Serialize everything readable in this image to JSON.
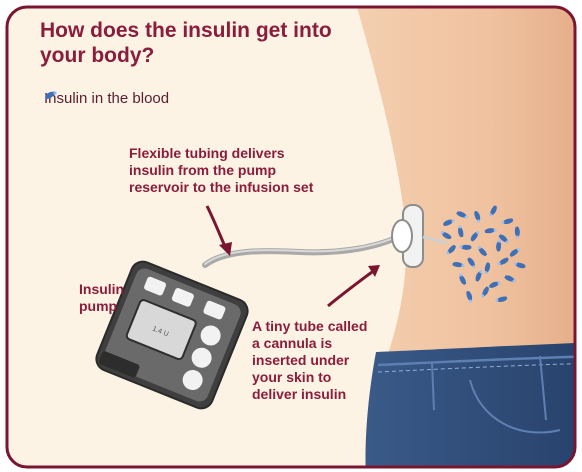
{
  "title": "How does the insulin get into your body?",
  "legend": {
    "label": "Insulin in the blood",
    "icon": "insulin-molecule-icon"
  },
  "annotations": {
    "tubing": "Flexible tubing delivers\ninsulin from the pump\nreservoir to the infusion set",
    "pump": "Insulin\npump",
    "cannula": "A tiny tube called\na cannula is\ninserted under\nyour skin to\ndeliver insulin"
  },
  "colors": {
    "border": "#7a1530",
    "background": "#fdf3e4",
    "skin": "#f0c6a3",
    "skin_shadow": "#e4ab86",
    "jeans": "#2f4a73",
    "title": "#8b1c3c",
    "insulin": "#3f6fb6",
    "pump_body": "#4a4a4a",
    "tubing": "#a9a9a9"
  }
}
